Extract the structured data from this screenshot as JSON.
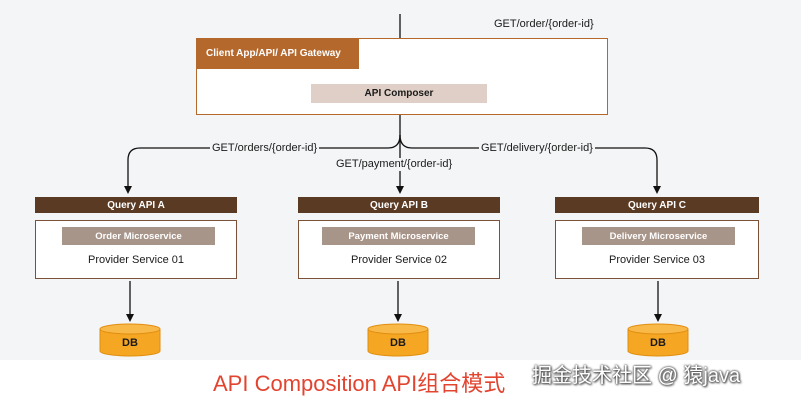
{
  "edges": {
    "top": "GET/order/{order-id}",
    "left": "GET/orders/{order-id}",
    "middle": "GET/payment/{order-id}",
    "right": "GET/delivery/{order-id}"
  },
  "gateway": {
    "label": "Client App/API/ API Gateway",
    "composer": "API Composer"
  },
  "services": [
    {
      "api": "Query API A",
      "microservice": "Order Microservice",
      "provider": "Provider Service 01",
      "db": "DB"
    },
    {
      "api": "Query API B",
      "microservice": "Payment Microservice",
      "provider": "Provider Service 02",
      "db": "DB"
    },
    {
      "api": "Query API C",
      "microservice": "Delivery Microservice",
      "provider": "Provider Service 03",
      "db": "DB"
    }
  ],
  "caption": "API Composition API组合模式",
  "watermark": "掘金技术社区 @ 猿java",
  "colors": {
    "gateway_border": "#b5682c",
    "api_header": "#5b3a24",
    "microservice_label": "#a8958a",
    "composer_fill": "#dfcfc6",
    "db_fill": "#f5a623",
    "caption": "#e2442f"
  }
}
